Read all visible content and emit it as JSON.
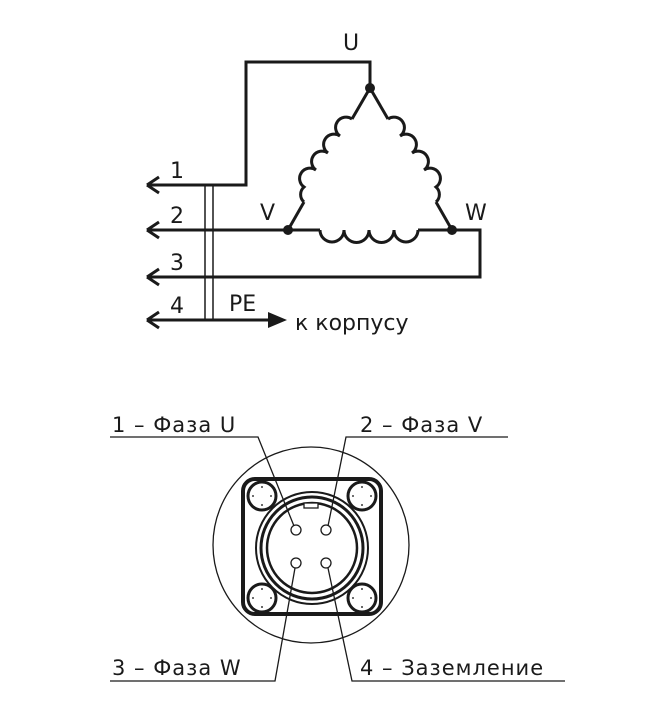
{
  "wiring": {
    "node_u": "U",
    "node_v": "V",
    "node_w": "W",
    "wire_1": "1",
    "wire_2": "2",
    "wire_3": "3",
    "wire_4": "4",
    "pe": "PE",
    "to_housing": "к корпусу"
  },
  "connector": {
    "pin_1": "1 – Фаза U",
    "pin_2": "2 – Фаза V",
    "pin_3": "3 – Фаза W",
    "pin_4": "4 – Заземление"
  }
}
